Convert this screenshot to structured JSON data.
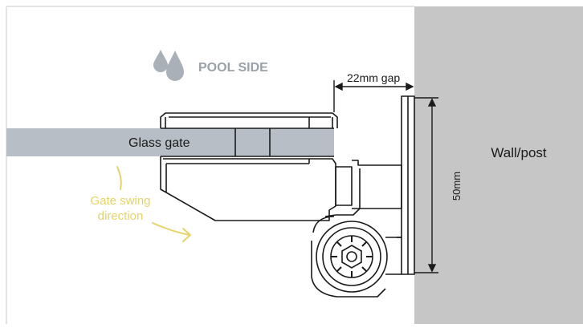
{
  "labels": {
    "pool_side": "POOL SIDE",
    "gap": "22mm gap",
    "glass_gate": "Glass gate",
    "wall_post": "Wall/post",
    "height": "50mm",
    "swing_line1": "Gate swing",
    "swing_line2": "direction"
  },
  "icons": {
    "pool_side": "water-drops-icon",
    "swing": "curved-arrow-icon"
  },
  "colors": {
    "wall": "#c6c6c6",
    "glass": "#b7bec5",
    "outline": "#1a1a1a",
    "water": "#a9b0b7",
    "pool_text": "#9aa1a8",
    "accent": "#e6d26a"
  }
}
